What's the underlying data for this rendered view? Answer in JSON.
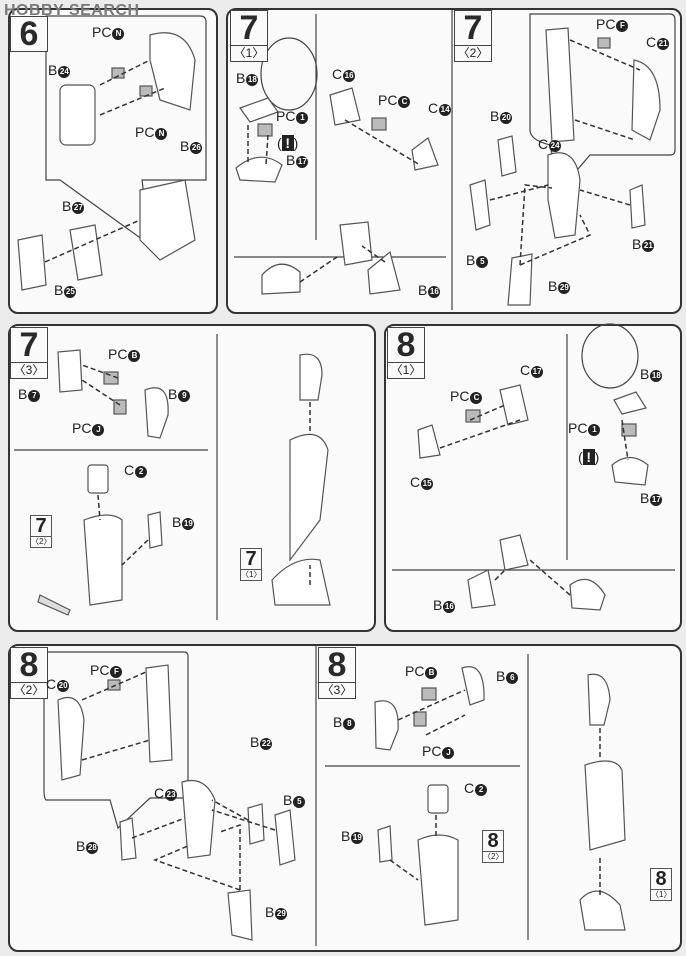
{
  "watermark": "HOBBY SEARCH",
  "warning_symbol": "!",
  "panels": [
    {
      "step": "6",
      "labels": [
        {
          "p": "PC",
          "n": "N"
        },
        {
          "p": "B",
          "n": "24"
        },
        {
          "p": "PC",
          "n": "N"
        },
        {
          "p": "B",
          "n": "26"
        },
        {
          "p": "B",
          "n": "27"
        },
        {
          "p": "B",
          "n": "25"
        }
      ]
    },
    {
      "step": "7",
      "sub": "〈1〉",
      "labels": [
        {
          "p": "B",
          "n": "18"
        },
        {
          "p": "PC",
          "n": "1"
        },
        {
          "p": "B",
          "n": "17"
        },
        {
          "p": "C",
          "n": "16"
        },
        {
          "p": "PC",
          "n": "C"
        },
        {
          "p": "C",
          "n": "14"
        },
        {
          "p": "B",
          "n": "16"
        }
      ]
    },
    {
      "step": "7",
      "sub": "〈2〉",
      "labels": [
        {
          "p": "PC",
          "n": "F"
        },
        {
          "p": "C",
          "n": "21"
        },
        {
          "p": "C",
          "n": "24"
        },
        {
          "p": "B",
          "n": "20"
        },
        {
          "p": "B",
          "n": "5"
        },
        {
          "p": "B",
          "n": "21"
        },
        {
          "p": "B",
          "n": "29"
        }
      ]
    },
    {
      "step": "7",
      "sub": "〈3〉",
      "labels": [
        {
          "p": "PC",
          "n": "B"
        },
        {
          "p": "B",
          "n": "7"
        },
        {
          "p": "B",
          "n": "9"
        },
        {
          "p": "PC",
          "n": "J"
        },
        {
          "p": "C",
          "n": "2"
        },
        {
          "p": "B",
          "n": "19"
        }
      ],
      "refs": [
        {
          "n": "7",
          "s": "〈2〉"
        },
        {
          "n": "7",
          "s": "〈1〉"
        }
      ]
    },
    {
      "step": "8",
      "sub": "〈1〉",
      "labels": [
        {
          "p": "C",
          "n": "17"
        },
        {
          "p": "PC",
          "n": "C"
        },
        {
          "p": "C",
          "n": "15"
        },
        {
          "p": "B",
          "n": "18"
        },
        {
          "p": "PC",
          "n": "1"
        },
        {
          "p": "B",
          "n": "17"
        },
        {
          "p": "B",
          "n": "16"
        }
      ]
    },
    {
      "step": "8",
      "sub": "〈2〉",
      "labels": [
        {
          "p": "PC",
          "n": "F"
        },
        {
          "p": "C",
          "n": "20"
        },
        {
          "p": "C",
          "n": "23"
        },
        {
          "p": "B",
          "n": "22"
        },
        {
          "p": "B",
          "n": "5"
        },
        {
          "p": "B",
          "n": "28"
        },
        {
          "p": "B",
          "n": "29"
        }
      ]
    },
    {
      "step": "8",
      "sub": "〈3〉",
      "labels": [
        {
          "p": "PC",
          "n": "B"
        },
        {
          "p": "B",
          "n": "6"
        },
        {
          "p": "B",
          "n": "8"
        },
        {
          "p": "PC",
          "n": "J"
        },
        {
          "p": "C",
          "n": "2"
        },
        {
          "p": "B",
          "n": "19"
        }
      ],
      "refs": [
        {
          "n": "8",
          "s": "〈2〉"
        },
        {
          "n": "8",
          "s": "〈1〉"
        }
      ]
    }
  ]
}
